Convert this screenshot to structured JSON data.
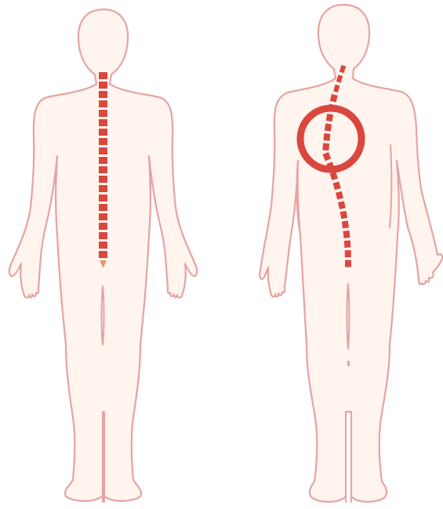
{
  "figures": [
    {
      "id": "normal-spine",
      "condition": "normal",
      "highlighted": false
    },
    {
      "id": "curved-spine",
      "condition": "curved",
      "highlighted": true
    }
  ],
  "colors": {
    "skin": "#fff4ee",
    "outline": "#e6a3a3",
    "spine": "#d9473f",
    "tail": "#ec9466",
    "background": "#ffffff"
  },
  "icons": {
    "highlight": "circle-ring"
  }
}
